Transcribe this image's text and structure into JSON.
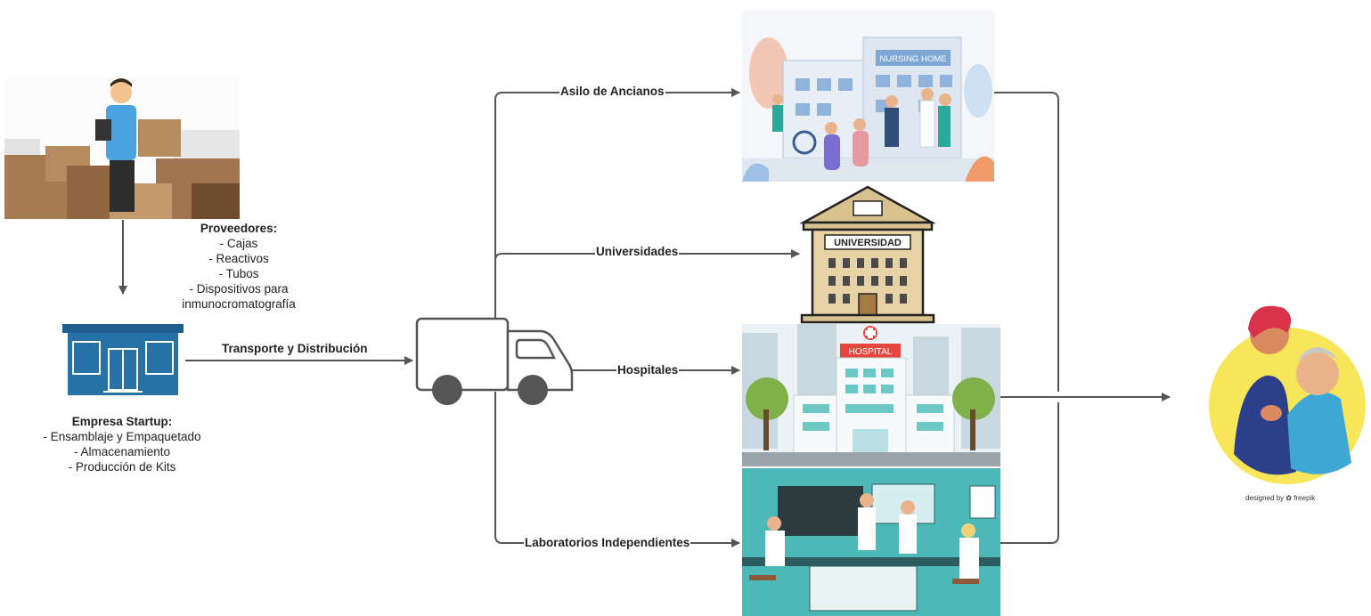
{
  "suppliers": {
    "title": "Proveedores:",
    "items": [
      "- Cajas",
      "- Reactivos",
      "- Tubos",
      "- Dispositivos para",
      "inmunocromatografía"
    ]
  },
  "startup": {
    "title": "Empresa Startup:",
    "items": [
      "- Ensamblaje y Empaquetado",
      "- Almacenamiento",
      "- Producción de Kits"
    ]
  },
  "edges": {
    "transport": "Transporte y Distribución",
    "nursing": "Asilo de Ancianos",
    "universities": "Universidades",
    "hospitals": "Hospitales",
    "labs": "Laboratorios Independientes"
  },
  "images": {
    "nursing_sign": "NURSING HOME",
    "university_sign": "UNIVERSIDAD",
    "hospital_sign": "HOSPITAL",
    "credit": "designed by ✿ freepik"
  }
}
